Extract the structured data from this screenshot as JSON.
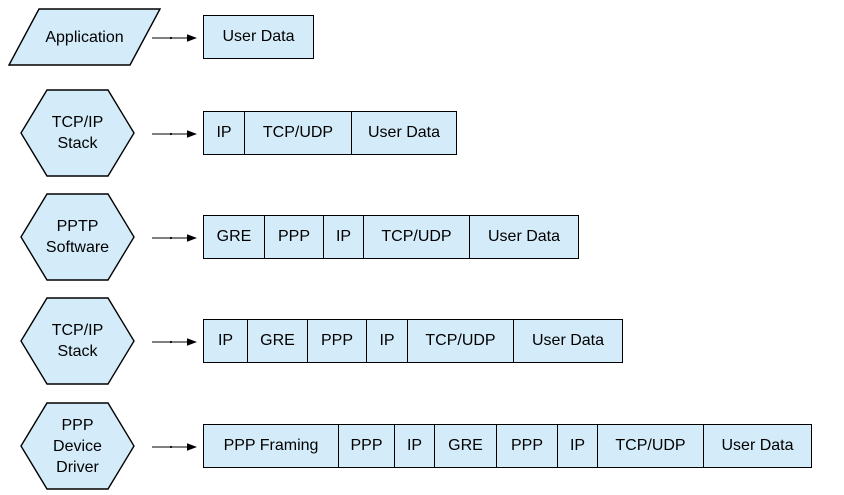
{
  "diagram": {
    "description": "PPTP packet encapsulation layers",
    "colors": {
      "shape_fill": "#d4ecfa",
      "border": "#000000",
      "text": "#000000",
      "background": "#ffffff"
    },
    "arrow_icon": "right-arrow",
    "rows": [
      {
        "shape": {
          "type": "parallelogram",
          "lines": [
            "Application"
          ]
        },
        "segments": [
          {
            "label": "User Data",
            "width": 109
          }
        ]
      },
      {
        "shape": {
          "type": "hexagon",
          "lines": [
            "TCP/IP",
            "Stack"
          ]
        },
        "segments": [
          {
            "label": "IP",
            "width": 40
          },
          {
            "label": "TCP/UDP",
            "width": 107
          },
          {
            "label": "User Data",
            "width": 105
          }
        ]
      },
      {
        "shape": {
          "type": "hexagon",
          "lines": [
            "PPTP",
            "Software"
          ]
        },
        "segments": [
          {
            "label": "GRE",
            "width": 60
          },
          {
            "label": "PPP",
            "width": 59
          },
          {
            "label": "IP",
            "width": 40
          },
          {
            "label": "TCP/UDP",
            "width": 106
          },
          {
            "label": "User Data",
            "width": 109
          }
        ]
      },
      {
        "shape": {
          "type": "hexagon",
          "lines": [
            "TCP/IP",
            "Stack"
          ]
        },
        "segments": [
          {
            "label": "IP",
            "width": 43
          },
          {
            "label": "GRE",
            "width": 60
          },
          {
            "label": "PPP",
            "width": 59
          },
          {
            "label": "IP",
            "width": 41
          },
          {
            "label": "TCP/UDP",
            "width": 106
          },
          {
            "label": "User Data",
            "width": 109
          }
        ]
      },
      {
        "shape": {
          "type": "hexagon",
          "lines": [
            "PPP",
            "Device",
            "Driver"
          ]
        },
        "segments": [
          {
            "label": "PPP Framing",
            "width": 134
          },
          {
            "label": "PPP",
            "width": 56
          },
          {
            "label": "IP",
            "width": 40
          },
          {
            "label": "GRE",
            "width": 62
          },
          {
            "label": "PPP",
            "width": 61
          },
          {
            "label": "IP",
            "width": 40
          },
          {
            "label": "TCP/UDP",
            "width": 106
          },
          {
            "label": "User Data",
            "width": 108
          }
        ]
      }
    ]
  }
}
